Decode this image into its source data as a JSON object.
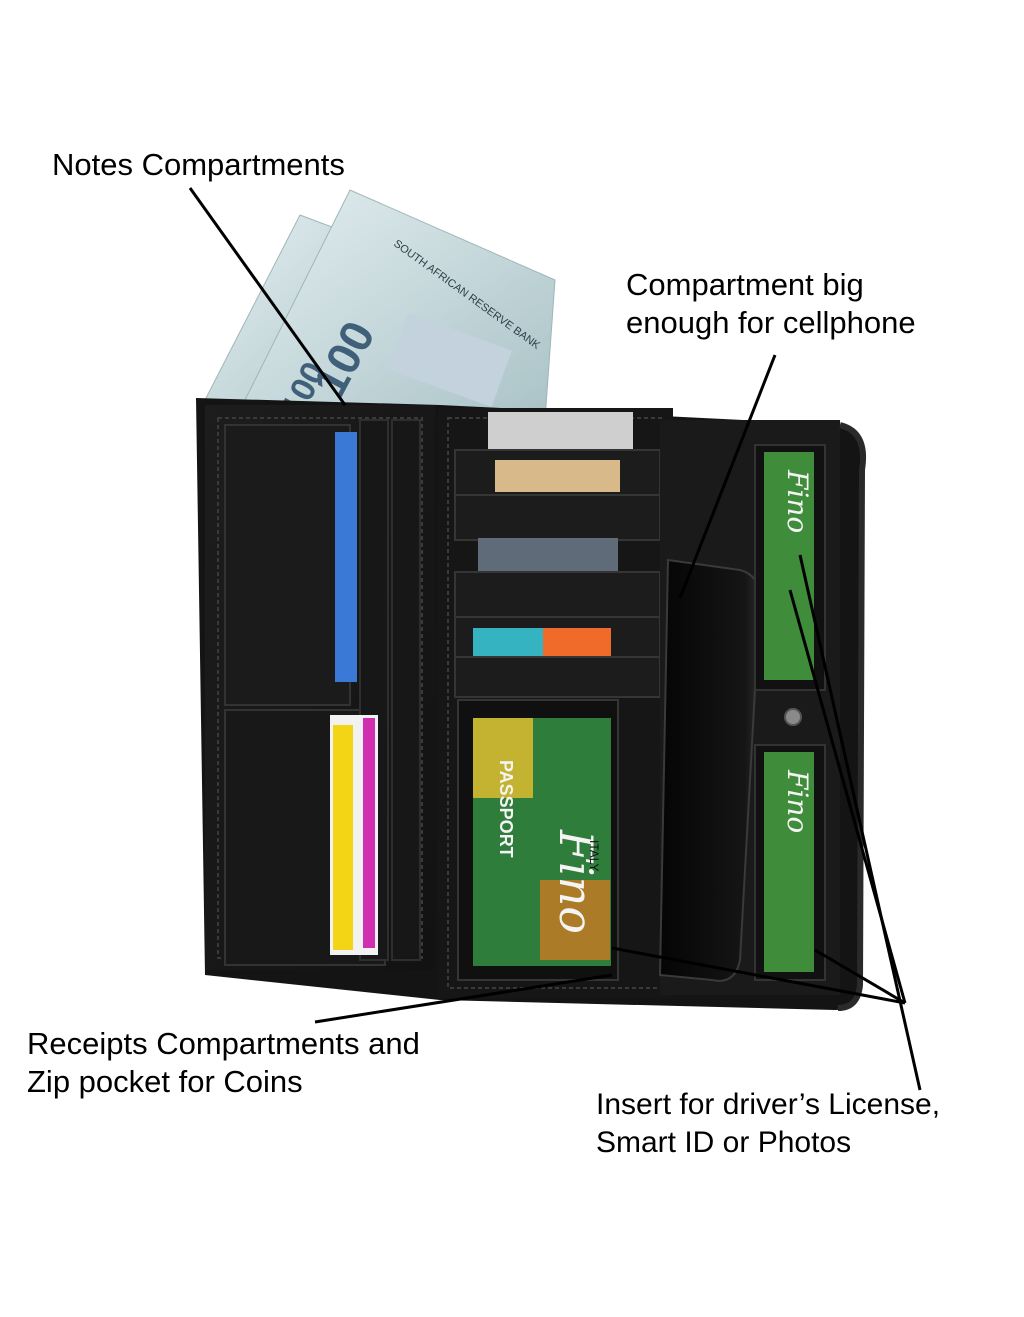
{
  "callouts": {
    "notes": {
      "lines": [
        "Notes Compartments"
      ]
    },
    "cellphone": {
      "lines": [
        "Compartment big",
        "enough for cellphone"
      ]
    },
    "receipts": {
      "lines": [
        "Receipts Compartments and",
        "Zip pocket for Coins"
      ]
    },
    "license": {
      "lines": [
        "Insert for driver’s License,",
        "Smart ID or Photos"
      ]
    }
  },
  "photo_text": {
    "note_denomination": "100",
    "bank_name": "SOUTH AFRICAN RESERVE BANK",
    "insert_brand": "Fino",
    "insert_country": "ITALY",
    "insert_word": "PASSPORT"
  },
  "colors": {
    "leather": "#141414",
    "lining": "#222222",
    "stitch": "#3a3a3a",
    "note": "#c9dbe0",
    "leader": "#000000"
  }
}
